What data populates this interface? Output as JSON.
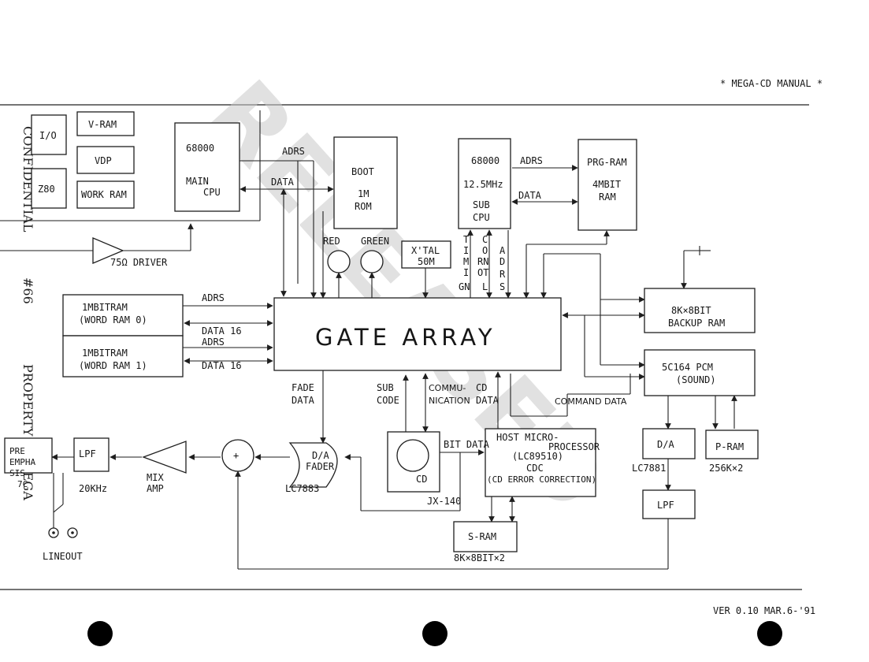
{
  "header": {
    "manual_title": "* MEGA-CD MANUAL *"
  },
  "footer": {
    "version": "VER 0.10 MAR.6-'91"
  },
  "side": {
    "confidential": "CONFIDENTIAL",
    "doc_number": "#66",
    "property": "PROPERTY OF SEGA"
  },
  "watermark": "RELEASED",
  "blocks": {
    "io": "I/O",
    "z80": "Z80",
    "vram": "V-RAM",
    "vdp": "VDP",
    "work_ram": "WORK RAM",
    "main_cpu": [
      "68000",
      "MAIN",
      "CPU"
    ],
    "boot_rom": [
      "BOOT",
      "1M",
      "ROM"
    ],
    "sub_cpu": [
      "68000",
      "12.5MHz",
      "SUB",
      "CPU"
    ],
    "prg_ram": [
      "PRG-RAM",
      "4MBIT",
      "RAM"
    ],
    "xtal": [
      "X'TAL",
      "50M"
    ],
    "gate_array": "GATE ARRAY",
    "word_ram0": [
      "1MBITRAM",
      "(WORD RAM 0)"
    ],
    "word_ram1": [
      "1MBITRAM",
      "(WORD RAM 1)"
    ],
    "backup_ram": [
      "8K×8BIT",
      "BACKUP RAM"
    ],
    "pcm": [
      "5C164 PCM",
      "(SOUND)"
    ],
    "da": "D/A",
    "pram": "P-RAM",
    "lpf_right": "LPF",
    "lpf_left": "LPF",
    "cdc": [
      "HOST  MICRO-",
      "PROCESSOR",
      "(LC89510)",
      "CDC",
      "(CD ERROR CORRECTION)"
    ],
    "sram": "S-RAM",
    "cd": "CD",
    "da_fader": [
      "D/A",
      "FADER"
    ],
    "pre_emphasis": [
      "PRE",
      "EMPHA",
      "SIS",
      "7C"
    ],
    "driver": "75Ω DRIVER",
    "mix_amp": [
      "MIX",
      "AMP"
    ],
    "mixer": "+"
  },
  "labels": {
    "adrs": "ADRS",
    "data": "DATA",
    "red": "RED",
    "green": "GREEN",
    "data16": "DATA  16",
    "fade_data": [
      "FADE",
      "DATA"
    ],
    "sub_code": [
      "SUB",
      "CODE"
    ],
    "communication": [
      "COMMU-",
      "NICATION"
    ],
    "cd_data": [
      "CD",
      "DATA"
    ],
    "command_data": "COMMAND DATA",
    "bit_data": "BIT DATA",
    "timing": [
      "T",
      "I",
      "M",
      "I",
      "GN"
    ],
    "control": [
      "C",
      "O",
      "RN",
      "OT",
      "L"
    ],
    "adrs_vertical": [
      "A",
      "D",
      "R",
      "S"
    ],
    "lc7883": "LC7883",
    "lc7881": "LC7881",
    "jx140": "JX-140",
    "khz20": "20KHz",
    "k256x2": "256K×2",
    "sram_size": "8K×8BIT×2",
    "lineout": "LINEOUT"
  }
}
